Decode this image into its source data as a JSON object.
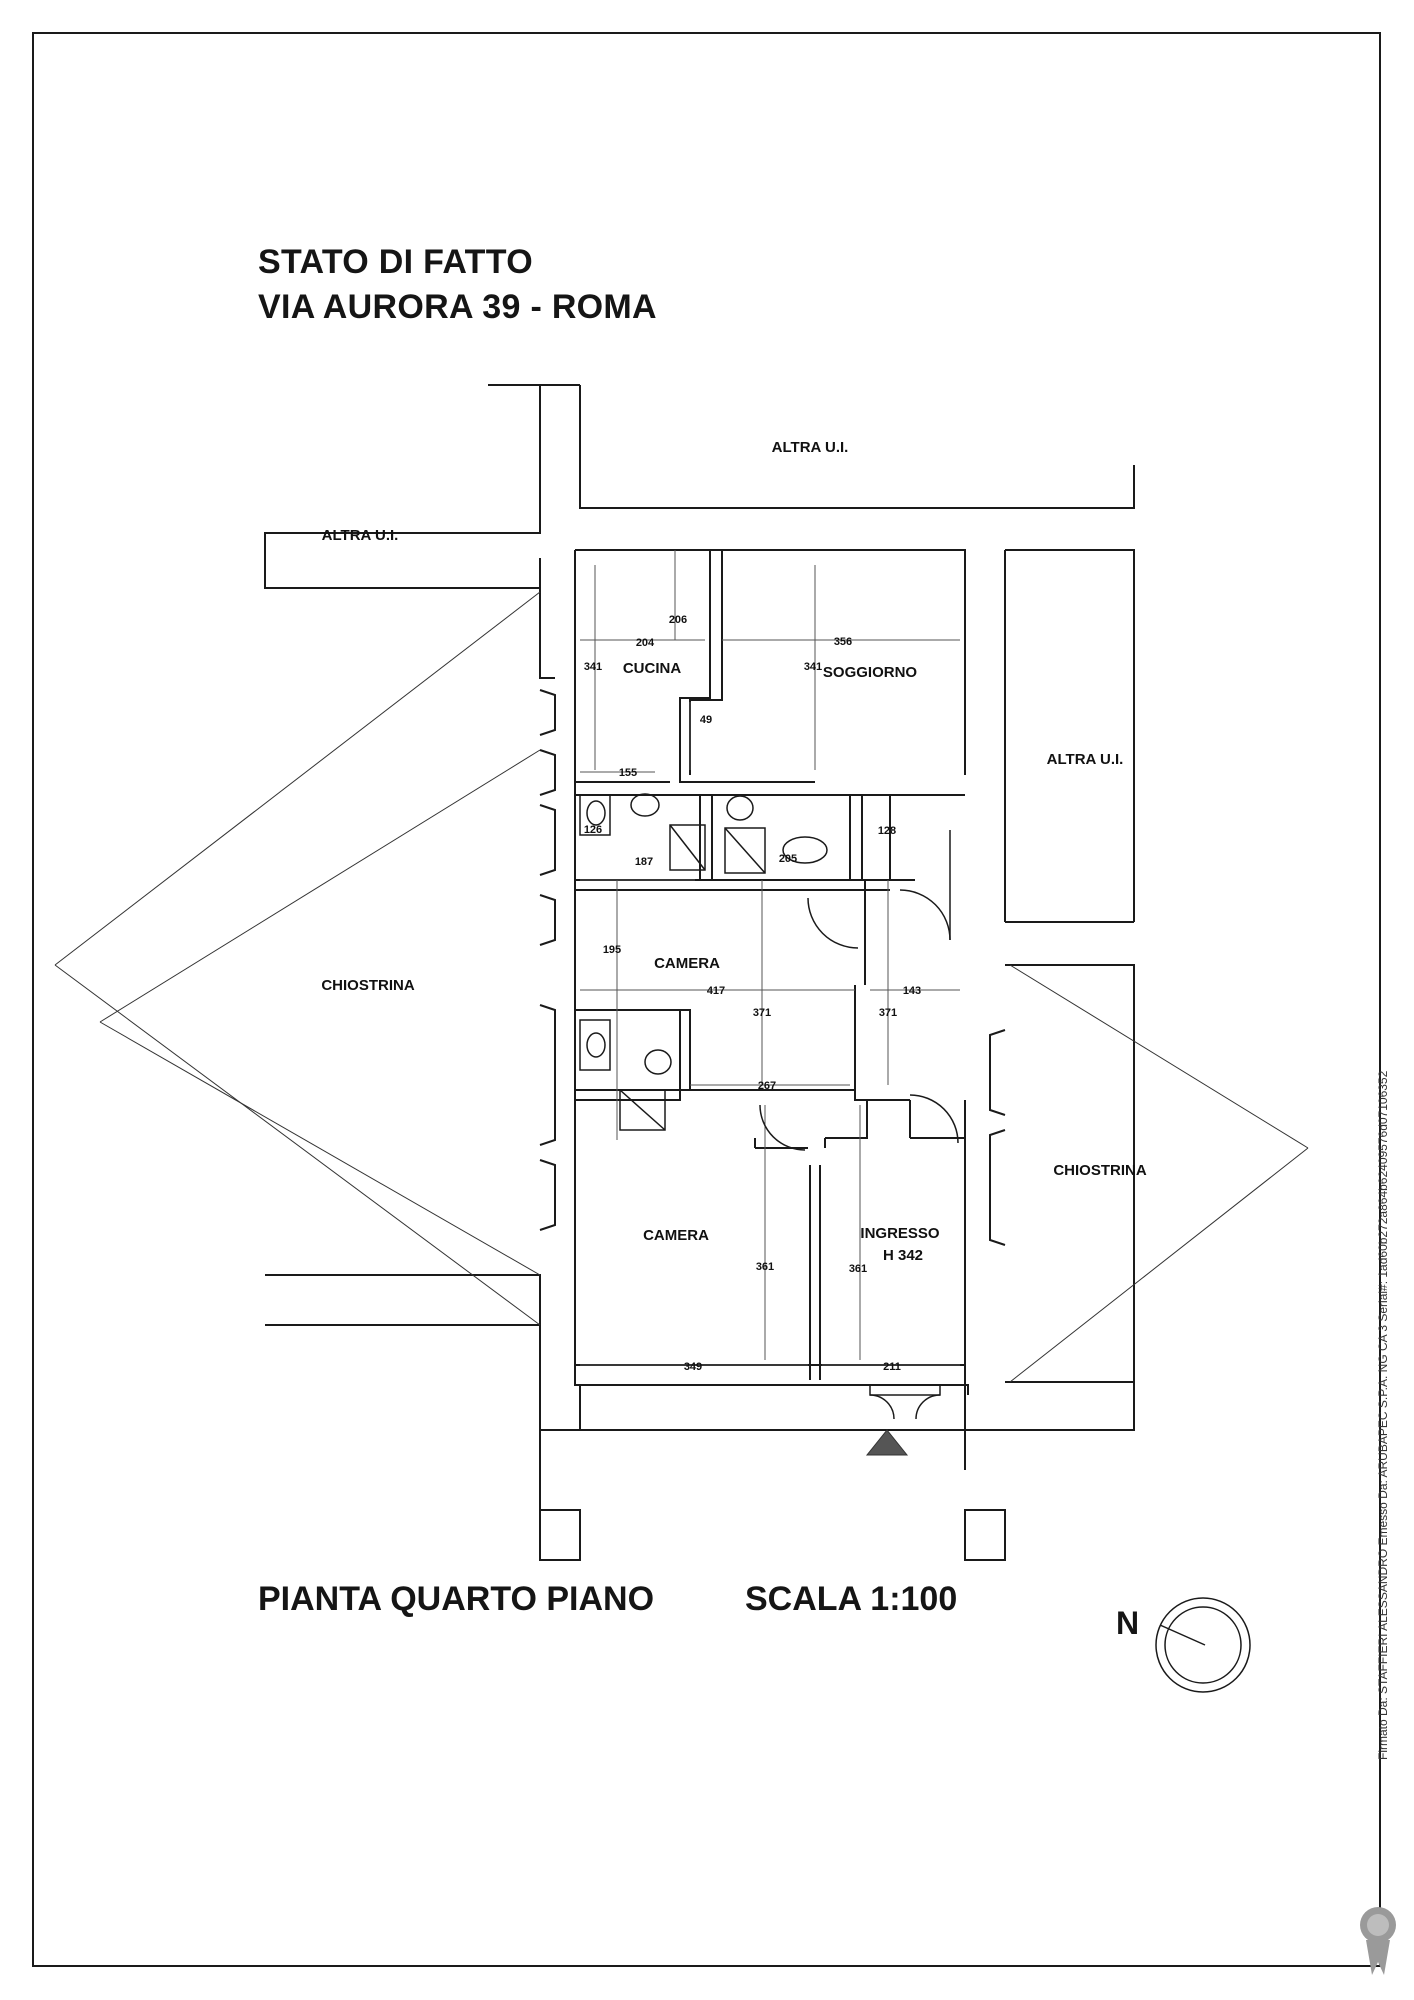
{
  "header": {
    "title_line1": "STATO DI FATTO",
    "title_line2": "VIA AURORA 39 - ROMA"
  },
  "footer": {
    "plan_name": "PIANTA QUARTO PIANO",
    "scale": "SCALA 1:100"
  },
  "north": {
    "label": "N"
  },
  "rooms": {
    "altra_top": "ALTRA U.I.",
    "altra_left": "ALTRA U.I.",
    "altra_right": "ALTRA U.I.",
    "chiostrina_left": "CHIOSTRINA",
    "chiostrina_right": "CHIOSTRINA",
    "cucina": "CUCINA",
    "soggiorno": "SOGGIORNO",
    "camera_upper": "CAMERA",
    "camera_lower": "CAMERA",
    "ingresso": "INGRESSO",
    "ingresso_height": "H 342"
  },
  "dimensions": {
    "d206": "206",
    "d204": "204",
    "d356": "356",
    "d341_cucina": "341",
    "d341_soggiorno": "341",
    "d49": "49",
    "d155": "155",
    "d126": "126",
    "d128": "128",
    "d187": "187",
    "d205": "205",
    "d195": "195",
    "d417": "417",
    "d143": "143",
    "d371a": "371",
    "d371b": "371",
    "d267": "267",
    "d361a": "361",
    "d361b": "361",
    "d349": "349",
    "d211": "211"
  },
  "signature": "Firmato Da: STAFFIERI ALESSANDRO Emesso Da: ARUBAPEC S.P.A. NG CA 3 Serial#: 1ad60b272a864b62409576d07106352",
  "colors": {
    "line": "#1a1a1a",
    "entrance_marker": "#555555",
    "seal": "#9a9a9a"
  },
  "icons": [
    "north-arrow-icon",
    "entrance-arrow-icon",
    "signature-seal-icon"
  ]
}
